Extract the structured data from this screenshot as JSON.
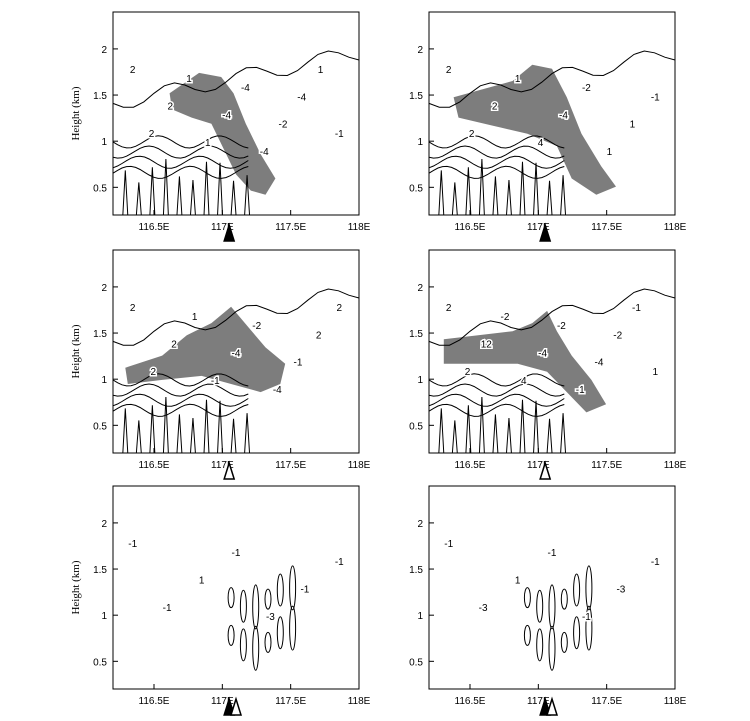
{
  "colors": {
    "shade": "#7d7d7d",
    "line": "#000000",
    "background": "#ffffff"
  },
  "chart_data": [
    {
      "type": "contour",
      "panel": "top-left",
      "ylabel": "Height (km)",
      "x_ticks": [
        "116.5E",
        "117E",
        "117.5E",
        "118E"
      ],
      "x_tick_values": [
        116.5,
        117.0,
        117.5,
        118.0
      ],
      "y_ticks": [
        "0.5",
        "1",
        "1.5",
        "2"
      ],
      "y_tick_values": [
        0.5,
        1.0,
        1.5,
        2.0
      ],
      "xlim": [
        116.2,
        118.0
      ],
      "ylim": [
        0.2,
        2.4
      ],
      "contour_labels": [
        "2",
        "2",
        "2",
        "1",
        "1",
        "-4",
        "-4",
        "-4",
        "-2",
        "-4",
        "1",
        "-1"
      ],
      "markers": [
        {
          "x": 117.05,
          "style": "filled-triangle"
        }
      ],
      "shading": "gray"
    },
    {
      "type": "contour",
      "panel": "top-right",
      "ylabel": "",
      "x_ticks": [
        "116.5E",
        "117E",
        "117.5E",
        "118E"
      ],
      "x_tick_values": [
        116.5,
        117.0,
        117.5,
        118.0
      ],
      "y_ticks": [
        "0.5",
        "1",
        "1.5",
        "2"
      ],
      "y_tick_values": [
        0.5,
        1.0,
        1.5,
        2.0
      ],
      "xlim": [
        116.2,
        118.0
      ],
      "ylim": [
        0.2,
        2.4
      ],
      "contour_labels": [
        "2",
        "2",
        "2",
        "1",
        "4",
        "-4",
        "-2",
        "1",
        "1",
        "-1"
      ],
      "markers": [
        {
          "x": 117.05,
          "style": "filled-triangle"
        }
      ],
      "shading": "gray"
    },
    {
      "type": "contour",
      "panel": "middle-left",
      "ylabel": "Height (km)",
      "x_ticks": [
        "116.5E",
        "117E",
        "117.5E",
        "118E"
      ],
      "x_tick_values": [
        116.5,
        117.0,
        117.5,
        118.0
      ],
      "y_ticks": [
        "0.5",
        "1",
        "1.5",
        "2"
      ],
      "y_tick_values": [
        0.5,
        1.0,
        1.5,
        2.0
      ],
      "xlim": [
        116.2,
        118.0
      ],
      "ylim": [
        0.2,
        2.4
      ],
      "contour_labels": [
        "2",
        "2",
        "2",
        "1",
        "-1",
        "-4",
        "-2",
        "-4",
        "-1",
        "2",
        "2"
      ],
      "markers": [
        {
          "x": 117.05,
          "style": "open-triangle"
        }
      ],
      "shading": "gray"
    },
    {
      "type": "contour",
      "panel": "middle-right",
      "ylabel": "",
      "x_ticks": [
        "116.5E",
        "117E",
        "117.5E",
        "118E"
      ],
      "x_tick_values": [
        116.5,
        117.0,
        117.5,
        118.0
      ],
      "y_ticks": [
        "0.5",
        "1",
        "1.5",
        "2"
      ],
      "y_tick_values": [
        0.5,
        1.0,
        1.5,
        2.0
      ],
      "xlim": [
        116.2,
        118.0
      ],
      "ylim": [
        0.2,
        2.4
      ],
      "contour_labels": [
        "2",
        "2",
        "12",
        "-2",
        "4",
        "-4",
        "-2",
        "-1",
        "-4",
        "-2",
        "-1",
        "1"
      ],
      "markers": [
        {
          "x": 117.05,
          "style": "open-triangle"
        }
      ],
      "shading": "gray"
    },
    {
      "type": "contour",
      "panel": "bottom-left",
      "ylabel": "Height (km)",
      "x_ticks": [
        "116.5E",
        "117E",
        "117.5E",
        "118E"
      ],
      "x_tick_values": [
        116.5,
        117.0,
        117.5,
        118.0
      ],
      "y_ticks": [
        "0.5",
        "1",
        "1.5",
        "2"
      ],
      "y_tick_values": [
        0.5,
        1.0,
        1.5,
        2.0
      ],
      "xlim": [
        116.2,
        118.0
      ],
      "ylim": [
        0.2,
        2.4
      ],
      "contour_labels": [
        "-1",
        "-1",
        "1",
        "-1",
        "-3",
        "-1",
        "-1"
      ],
      "markers": [
        {
          "x": 117.05,
          "style": "filled-triangle"
        },
        {
          "x": 117.1,
          "style": "open-triangle"
        }
      ],
      "shading": "none"
    },
    {
      "type": "contour",
      "panel": "bottom-right",
      "ylabel": "",
      "x_ticks": [
        "116.5E",
        "117E",
        "117.5E",
        "118E"
      ],
      "x_tick_values": [
        116.5,
        117.0,
        117.5,
        118.0
      ],
      "y_ticks": [
        "0.5",
        "1",
        "1.5",
        "2"
      ],
      "y_tick_values": [
        0.5,
        1.0,
        1.5,
        2.0
      ],
      "xlim": [
        116.2,
        118.0
      ],
      "ylim": [
        0.2,
        2.4
      ],
      "contour_labels": [
        "-1",
        "-3",
        "1",
        "-1",
        "-1",
        "-3",
        "-1"
      ],
      "markers": [
        {
          "x": 117.05,
          "style": "filled-triangle"
        },
        {
          "x": 117.1,
          "style": "open-triangle"
        }
      ],
      "shading": "none"
    }
  ]
}
